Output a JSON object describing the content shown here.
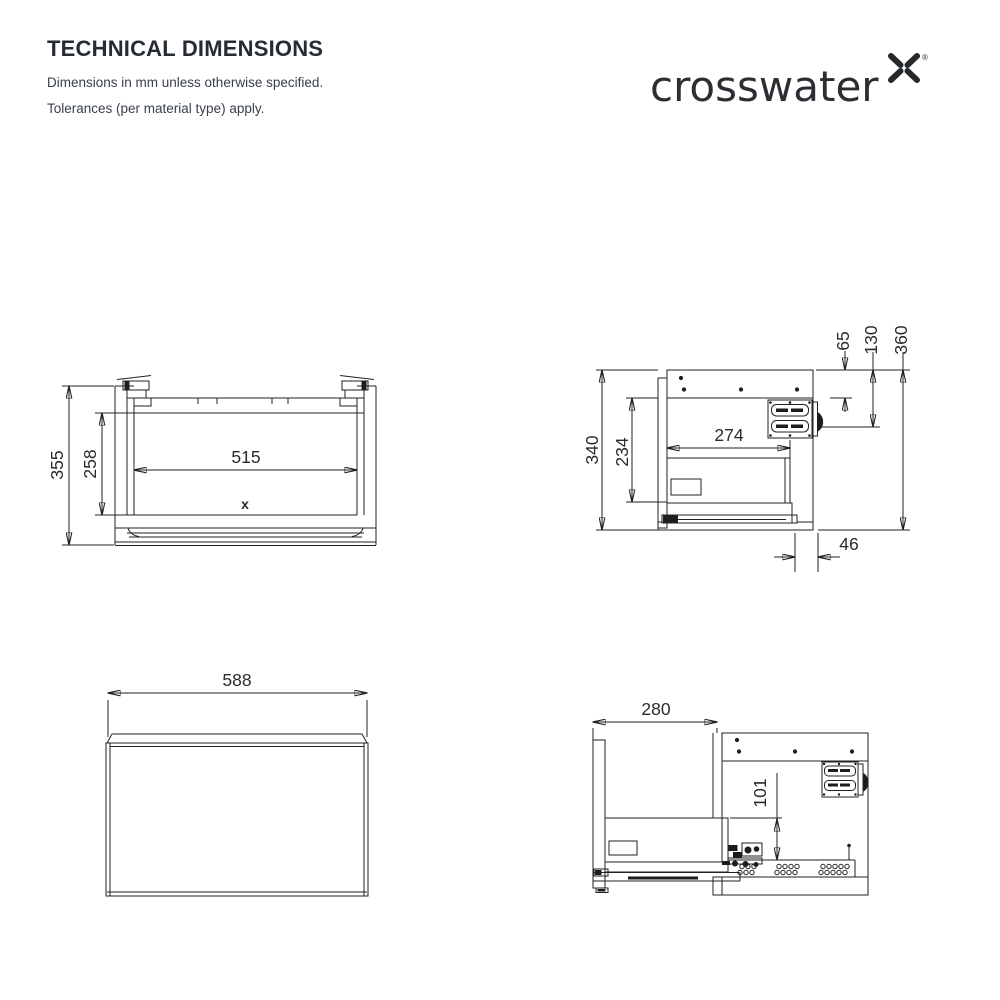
{
  "header": {
    "title": "TECHNICAL DIMENSIONS",
    "subtitle_line1": "Dimensions in mm unless otherwise specified.",
    "subtitle_line2": "Tolerances (per material type) apply.",
    "brand": {
      "logo_text": "crosswater",
      "registered_mark": "®"
    }
  },
  "colors": {
    "line": "#222222",
    "text": "#2a2a2a",
    "title": "#262c33"
  },
  "drawings": {
    "front_open": {
      "overall_height": "355",
      "inner_height": "258",
      "inner_width": "515",
      "center_mark": "x"
    },
    "side_closed": {
      "overall_height": "340",
      "inner_height": "234",
      "inner_depth": "274",
      "top_to_bracket": "65",
      "top_to_hook": "130",
      "overall_depth": "360",
      "rear_gap": "46"
    },
    "front_closed": {
      "overall_width": "588"
    },
    "side_extended": {
      "extension": "280",
      "runner_height": "101"
    }
  }
}
